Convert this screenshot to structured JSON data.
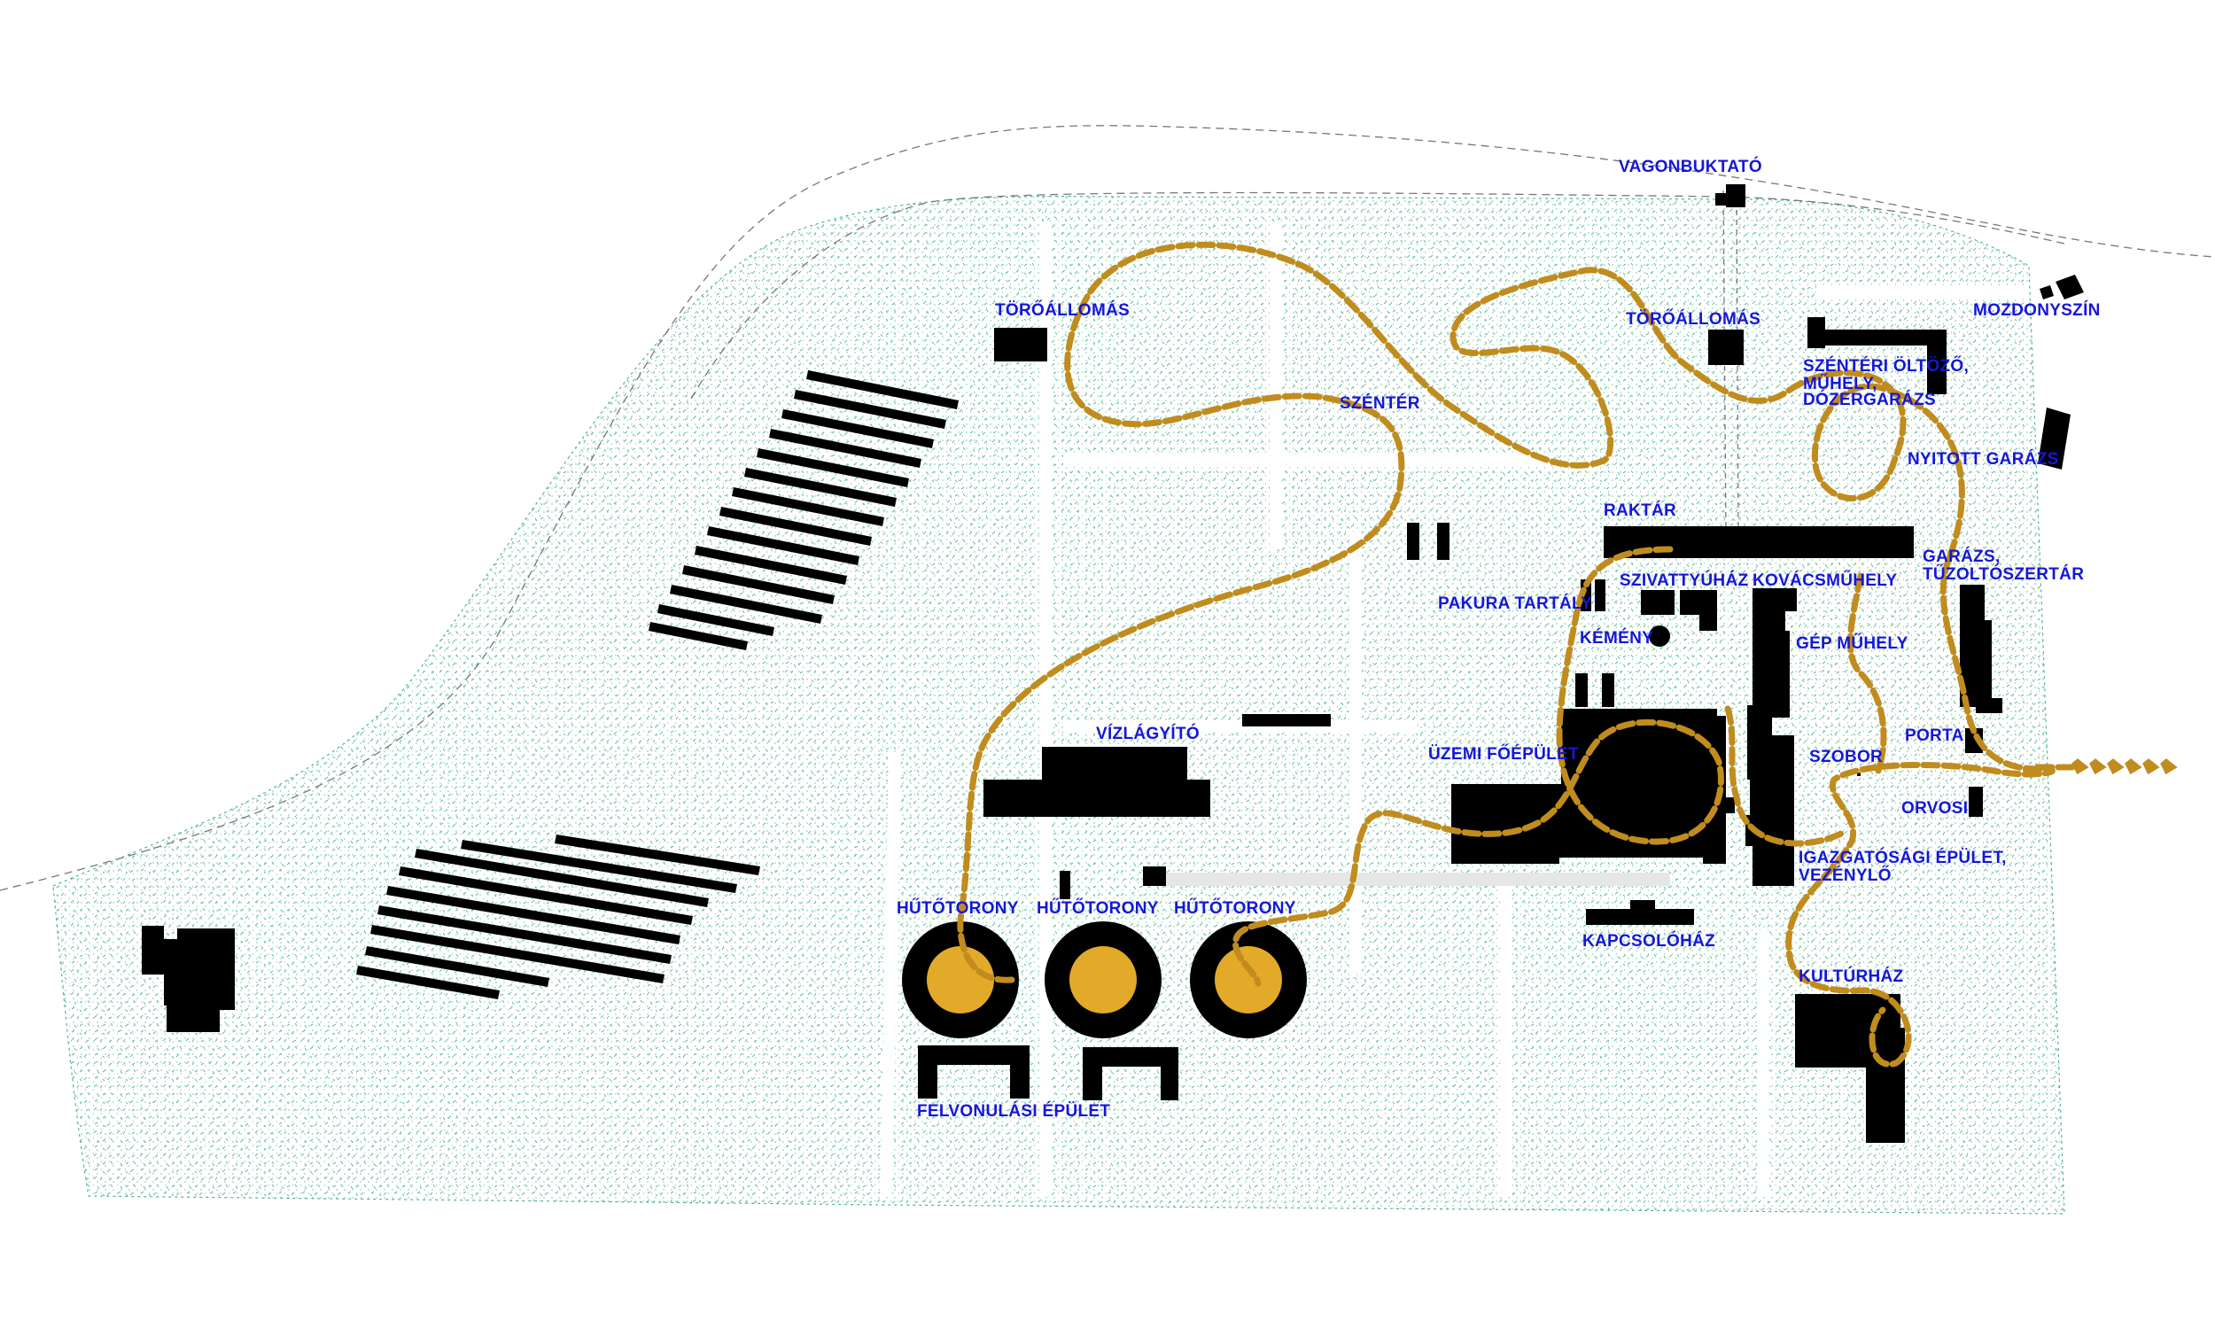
{
  "map": {
    "colors": {
      "background": "#ffffff",
      "vegetation": "#4fb58f",
      "buildings": "#000000",
      "label": "#1616d8",
      "walking_path": "#c08c1e",
      "cooling_tower_core": "#e2aa28",
      "paved_strip": "#e6e6e6",
      "boundary_line": "#777777"
    },
    "labels": {
      "vagonbuktato": "VAGONBUKTATÓ",
      "toroallomas_1": "TÖRŐÁLLOMÁS",
      "toroallomas_2": "TÖRŐÁLLOMÁS",
      "mozdonyszin": "MOZDONYSZÍN",
      "szenter": "SZÉNTÉR",
      "szenteri_oltozo_1": "SZÉNTÉRI ÖLTÖZŐ,",
      "szenteri_oltozo_2": "MŰHELY,",
      "szenteri_oltozo_3": "DÓZERGARÁZS",
      "nyitott_garazs": "NYITOTT GARÁZS",
      "raktar": "RAKTÁR",
      "garazs_1": "GARÁZS,",
      "garazs_2": "TŰZOLTÓSZERTÁR",
      "szivattyuhaz": "SZIVATTYÚHÁZ",
      "kovacsmuhely": "KOVÁCSMŰHELY",
      "pakura_tartaly": "PAKURA TARTÁLY",
      "kemeny": "KÉMÉNY",
      "gep_muhely": "GÉP MŰHELY",
      "vizlagyito": "VÍZLÁGYÍTÓ",
      "uzemi_foepulet": "ÜZEMI FŐÉPÜLET",
      "porta": "PORTA",
      "szobor": "SZOBOR",
      "orvosi": "ORVOSI",
      "igazgatosagi_1": "IGAZGATÓSÁGI ÉPÜLET,",
      "igazgatosagi_2": "VEZÉNYLŐ",
      "hutotorony_1": "HŰTŐTORONY",
      "hutotorony_2": "HŰTŐTORONY",
      "hutotorony_3": "HŰTŐTORONY",
      "kapcsolohaz": "KAPCSOLÓHÁZ",
      "kulturhaz": "KULTÚRHÁZ",
      "felvonulasi_epulet": "FELVONULÁSI ÉPÜLET"
    }
  }
}
